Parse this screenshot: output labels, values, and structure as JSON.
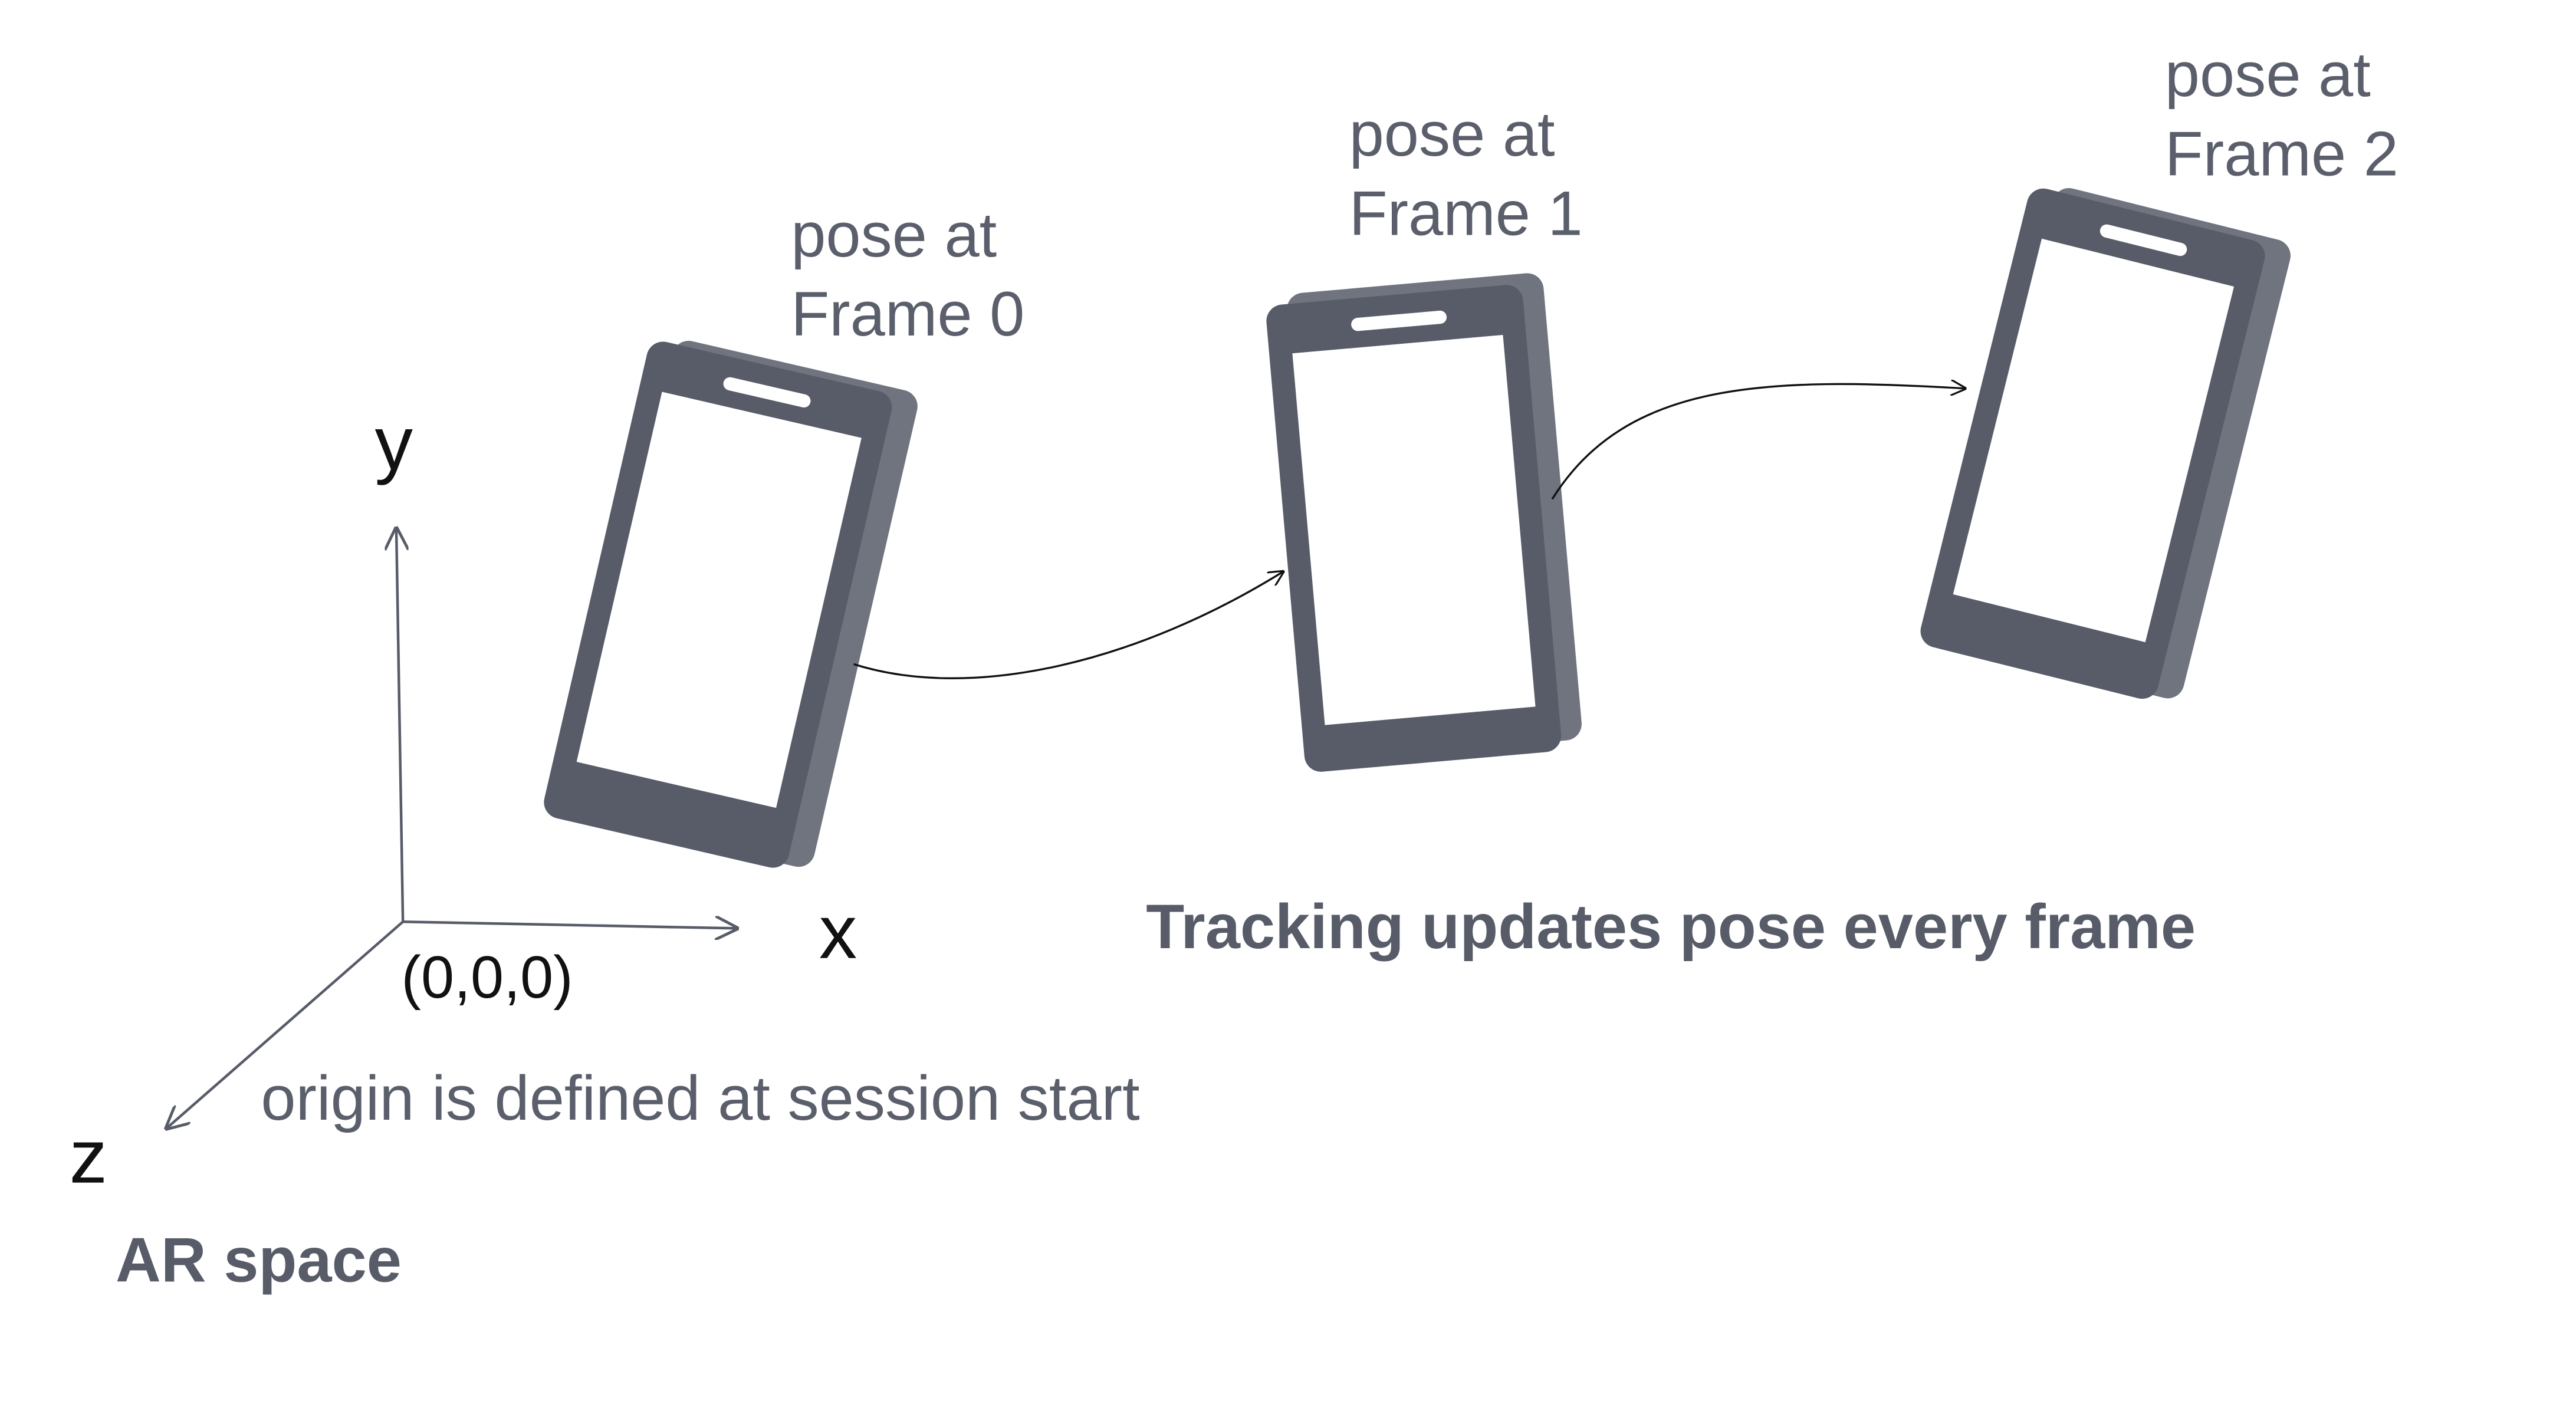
{
  "axes": {
    "y_label": "y",
    "x_label": "x",
    "z_label": "z",
    "origin_label": "(0,0,0)",
    "origin_note": "origin is defined at session start",
    "space_label": "AR space"
  },
  "poses": [
    {
      "line1": "pose at",
      "line2": "Frame 0"
    },
    {
      "line1": "pose at",
      "line2": "Frame 1"
    },
    {
      "line1": "pose at",
      "line2": "Frame 2"
    }
  ],
  "caption": "Tracking updates pose every frame",
  "colors": {
    "device": "#575c68",
    "text_gray": "#5a5f6b",
    "text_black": "#111111",
    "axis": "#575c68",
    "arrow": "#111111",
    "background": "#ffffff"
  }
}
